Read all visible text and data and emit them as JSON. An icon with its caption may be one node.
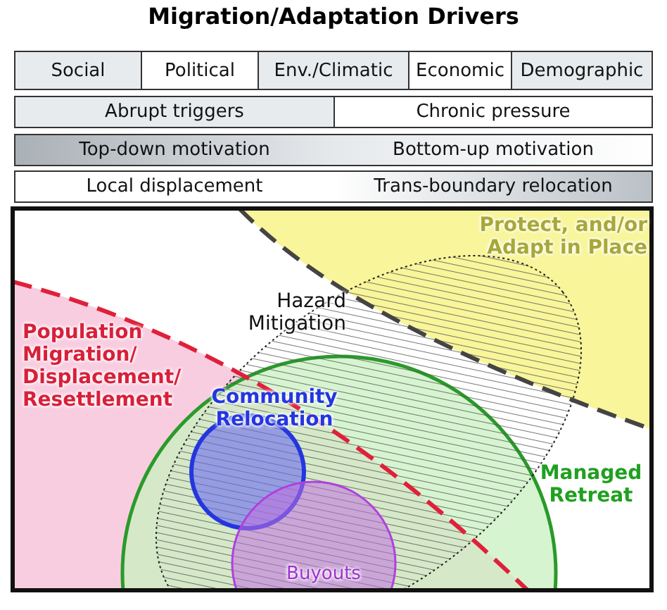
{
  "diagram": {
    "title": "Migration/Adaptation Drivers",
    "nodes": [
      {
        "text": [
          "Social"
        ]
      },
      {
        "text": [
          "Political"
        ]
      },
      {
        "text": [
          "Env./Climatic"
        ]
      },
      {
        "text": [
          "Economic"
        ]
      },
      {
        "text": [
          "Demographic"
        ]
      },
      {
        "text": [
          "Abrupt triggers"
        ]
      },
      {
        "text": [
          "Chronic pressure"
        ]
      },
      {
        "text": [
          "Top-down motivation"
        ]
      },
      {
        "text": [
          "Bottom-up motivation"
        ]
      },
      {
        "text": [
          "Local displacement"
        ]
      },
      {
        "text": [
          "Trans-boundary relocation"
        ]
      },
      {
        "text": [
          "Protect, and/or Adapt in Place"
        ]
      },
      {
        "text": [
          "Hazard Mitigation"
        ]
      },
      {
        "text": [
          "Population Migration/ Displacement/ Resettlement"
        ]
      },
      {
        "text": [
          "Community Relocation"
        ]
      },
      {
        "text": [
          "Managed Retreat"
        ]
      },
      {
        "text": [
          "Buyouts"
        ]
      }
    ],
    "edges": []
  }
}
